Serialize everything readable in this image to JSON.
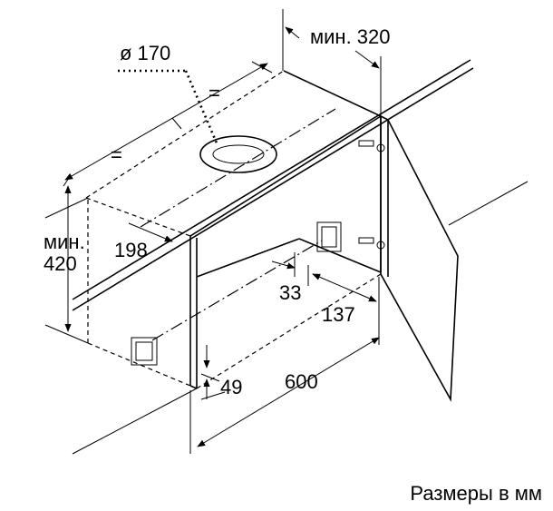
{
  "diagram": {
    "dimensions": {
      "min_side_clearance": "мин. 320",
      "duct_diameter": "ø 170",
      "equal_left": "=",
      "equal_right": "=",
      "min_height_line1": "мин.",
      "min_height_line2": "420",
      "front_offset": "198",
      "rail_offset": "33",
      "bracket_offset": "137",
      "bottom_gap": "49",
      "width": "600"
    },
    "caption": "Размеры в мм"
  }
}
